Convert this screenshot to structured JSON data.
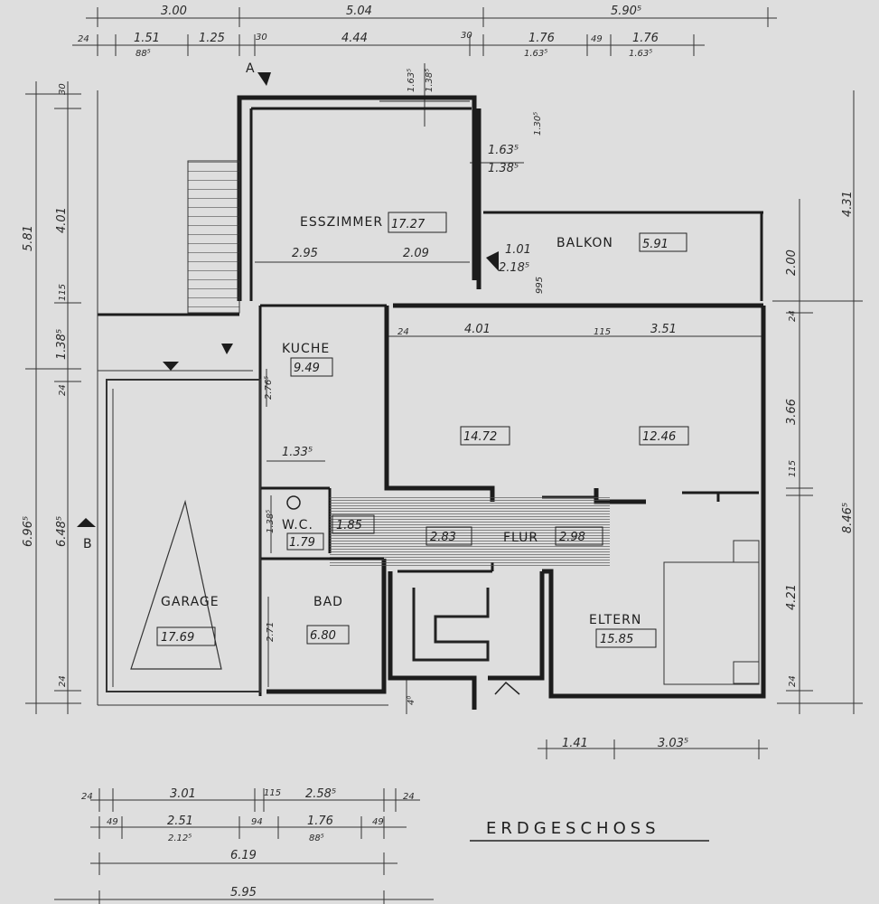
{
  "title": "ERDGESCHOSS",
  "rooms": {
    "esszimmer": {
      "name": "ESSZIMMER",
      "area": "17.27"
    },
    "balkon": {
      "name": "BALKON",
      "area": "5.91"
    },
    "kueche": {
      "name": "KUCHE",
      "area": "9.49"
    },
    "wohn_left": {
      "area": "14.72"
    },
    "wohn_right": {
      "area": "12.46"
    },
    "wc": {
      "name": "W.C.",
      "area": "1.79"
    },
    "vorraum": {
      "area": "1.85"
    },
    "flur": {
      "name": "FLUR",
      "area_a": "2.83",
      "area_b": "2.98"
    },
    "bad": {
      "name": "BAD",
      "area": "6.80"
    },
    "garage": {
      "name": "GARAGE",
      "area": "17.69"
    },
    "eltern": {
      "name": "ELTERN",
      "area": "15.85"
    }
  },
  "section_marks": {
    "a": "A",
    "b": "B"
  },
  "dims": {
    "top1": [
      "3.00",
      "5.04",
      "5.90⁵"
    ],
    "top2": [
      "24",
      "1.51",
      "88⁵",
      "1.25",
      "30",
      "4.44",
      "30",
      "1.76",
      "1.63⁵",
      "49",
      "1.76",
      "1.63⁵"
    ],
    "left_outer": "5.81",
    "left_inner": [
      "30",
      "4.01",
      "115",
      "1.38⁵",
      "24",
      "6.48⁵",
      "24"
    ],
    "left_full": "6.96⁵",
    "right_outer": [
      "4.31",
      "8.46⁵"
    ],
    "right_inner": [
      "2.00",
      "24",
      "3.66",
      "115",
      "4.21",
      "24"
    ],
    "interior": [
      "2.95",
      "2.09",
      "1.01",
      "2.18⁵",
      "995",
      "1.63⁵",
      "1.38⁵",
      "1.30⁵",
      "1.63⁵",
      "1.38⁵",
      "4.01",
      "3.51",
      "115",
      "24",
      "2.76⁵",
      "1.33⁵",
      "1.38⁵",
      "2.71",
      "4⁰"
    ],
    "bottom_right": [
      "1.41",
      "3.03⁵"
    ],
    "bottom1": [
      "24",
      "3.01",
      "115",
      "2.58⁵",
      "24"
    ],
    "bottom2": [
      "49",
      "2.51",
      "2.12⁵",
      "94",
      "1.76",
      "88⁵",
      "49"
    ],
    "bottom3": "6.19",
    "bottom4": "5.95"
  }
}
